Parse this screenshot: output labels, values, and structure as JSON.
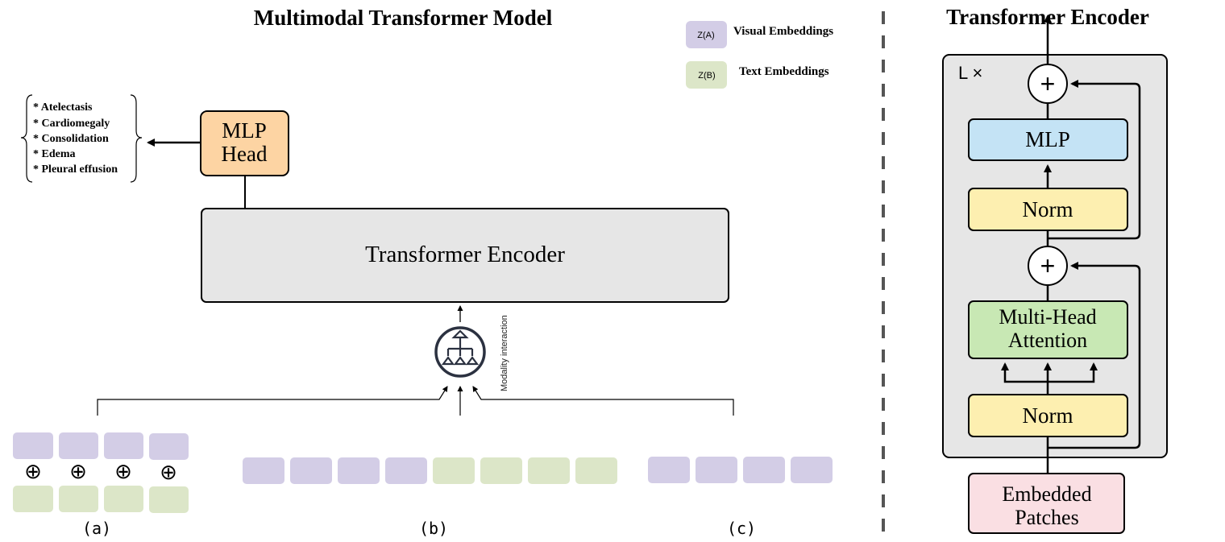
{
  "left": {
    "title": "Multimodal Transformer Model",
    "legend": [
      {
        "token": "Z(A)",
        "label": "Visual Embeddings",
        "color": "#d3cde6"
      },
      {
        "token": "Z(B)",
        "label": "Text Embeddings",
        "color": "#dce6c8"
      }
    ],
    "labels_list": [
      "* Atelectasis",
      "* Cardiomegaly",
      "* Consolidation",
      "* Edema",
      "* Pleural effusion"
    ],
    "mlp_head": [
      "MLP",
      "Head"
    ],
    "encoder_label": "Transformer Encoder",
    "modality_label": "Modality interaction",
    "fusion_symbol": "⊕",
    "panels": [
      "(a)",
      "(b)",
      "(c)"
    ]
  },
  "right": {
    "title": "Transformer Encoder",
    "repeat_label": "L ×",
    "add_symbol": "+",
    "mlp": "MLP",
    "norm_top": "Norm",
    "attention": [
      "Multi-Head",
      "Attention"
    ],
    "norm_bottom": "Norm",
    "embedded": [
      "Embedded",
      "Patches"
    ]
  },
  "colors": {
    "visual": "#d3cde6",
    "text": "#dce6c8",
    "mlp_head": "#fdd4a3",
    "encoder_bg": "#e6e6e6",
    "mlp_block": "#c4e3f5",
    "norm": "#fdefb0",
    "attention": "#c8e8b4",
    "embedded": "#fadfe3"
  }
}
